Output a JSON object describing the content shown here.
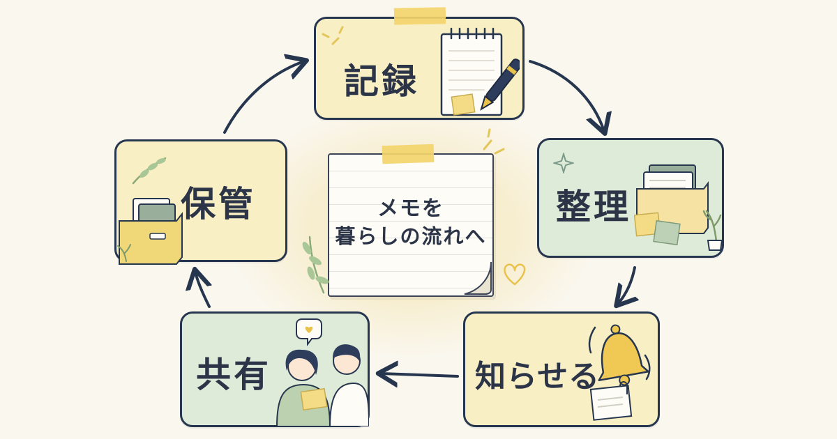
{
  "center_note": {
    "line1": "メモを",
    "line2": "暮らしの流れへ"
  },
  "cycle": [
    {
      "id": "record",
      "label": "記録",
      "icon": "notepad-pen-icon"
    },
    {
      "id": "organize",
      "label": "整理",
      "icon": "file-box-icon"
    },
    {
      "id": "notify",
      "label": "知らせる",
      "icon": "bell-icon"
    },
    {
      "id": "share",
      "label": "共有",
      "icon": "two-people-icon"
    },
    {
      "id": "store",
      "label": "保管",
      "icon": "storage-box-icon"
    }
  ],
  "colors": {
    "background": "#faf7ee",
    "card_yellow": "#f9efc4",
    "card_green": "#dfebd9",
    "outline": "#27364f",
    "arrow": "#27364f",
    "tape": "#f3d56c",
    "leaf": "#9ab88a",
    "heart": "#e8c24a"
  }
}
